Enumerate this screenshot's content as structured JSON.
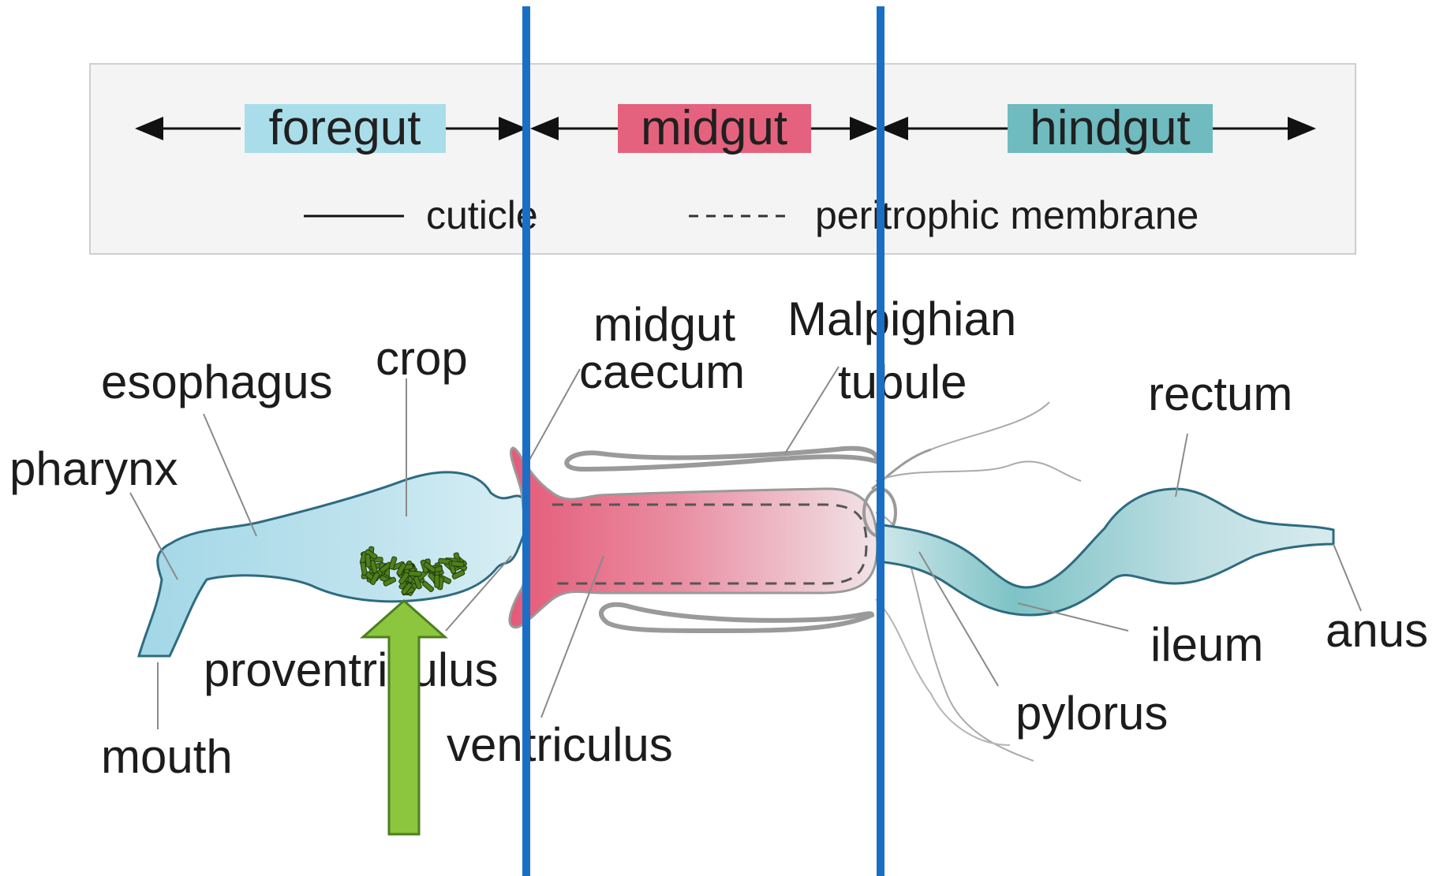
{
  "sections": {
    "foregut": {
      "label": "foregut",
      "color": "#a9dde9"
    },
    "midgut": {
      "label": "midgut",
      "color": "#e4627d"
    },
    "hindgut": {
      "label": "hindgut",
      "color": "#6fbbbf"
    }
  },
  "legend": {
    "cuticle": "cuticle",
    "peritrophic": "peritrophic membrane"
  },
  "labels": {
    "esophagus": "esophagus",
    "crop": "crop",
    "pharynx": "pharynx",
    "proventriculus": "proventriculus",
    "mouth": "mouth",
    "midgut_caecum_1": "midgut",
    "midgut_caecum_2": "caecum",
    "malpighian_1": "Malpighian",
    "malpighian_2": "tubule",
    "ventriculus": "ventriculus",
    "rectum": "rectum",
    "ileum": "ileum",
    "anus": "anus",
    "pylorus": "pylorus"
  },
  "overlay": {
    "divider_color": "#1a6fc4",
    "arrow_color": "#8cc63f",
    "particles_color": "#4f7f1c"
  }
}
